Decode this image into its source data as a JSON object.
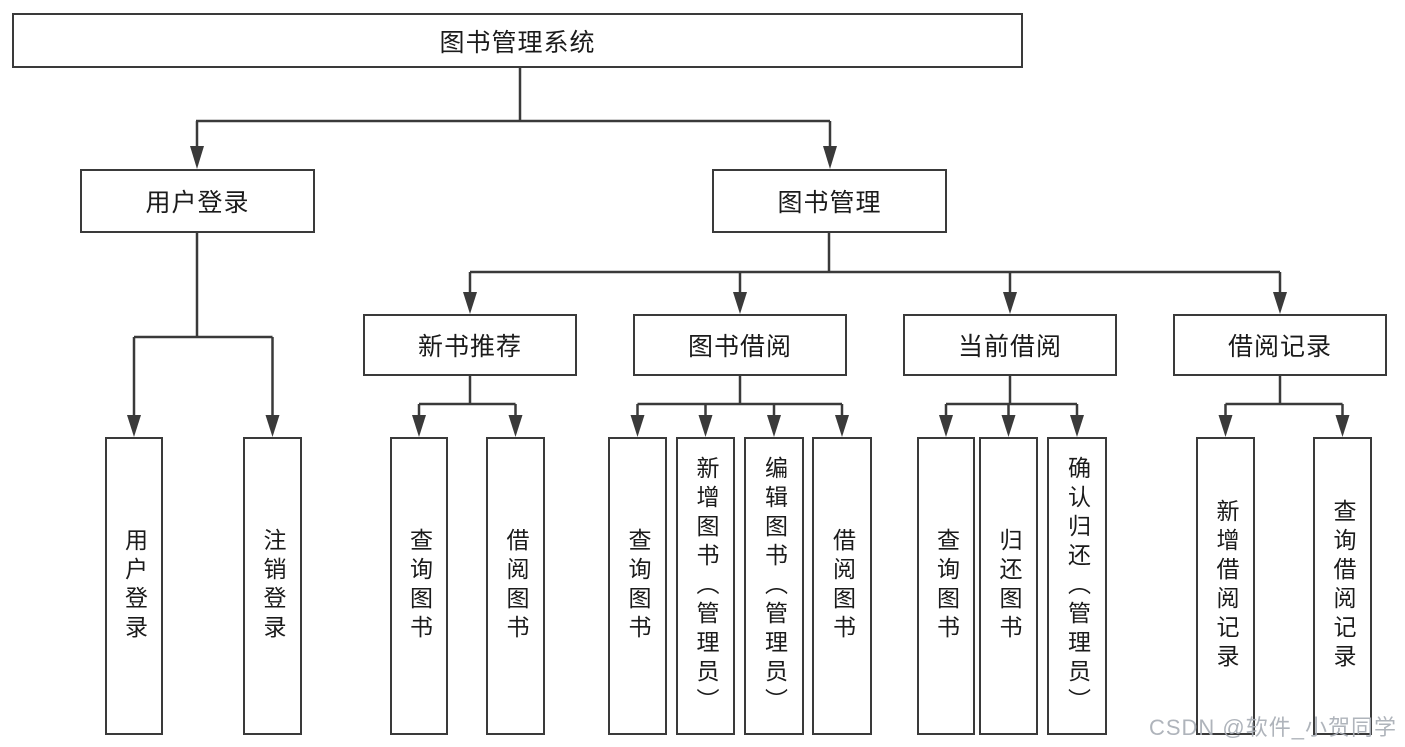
{
  "diagram": {
    "root": {
      "label": "图书管理系统"
    },
    "branches": [
      {
        "label": "用户登录"
      },
      {
        "label": "图书管理"
      }
    ],
    "modules": [
      {
        "label": "新书推荐"
      },
      {
        "label": "图书借阅"
      },
      {
        "label": "当前借阅"
      },
      {
        "label": "借阅记录"
      }
    ],
    "leaves": [
      {
        "label": "用户登录"
      },
      {
        "label": "注销登录"
      },
      {
        "label": "查询图书"
      },
      {
        "label": "借阅图书"
      },
      {
        "label": "查询图书"
      },
      {
        "label": "新增图书（管理员）"
      },
      {
        "label": "编辑图书（管理员）"
      },
      {
        "label": "借阅图书"
      },
      {
        "label": "查询图书"
      },
      {
        "label": "归还图书"
      },
      {
        "label": "确认归还（管理员）"
      },
      {
        "label": "新增借阅记录"
      },
      {
        "label": "查询借阅记录"
      }
    ]
  },
  "watermark": {
    "text": "CSDN @软件_小贺同学"
  },
  "colors": {
    "line": "#3a3a3a",
    "text": "#1b1b1b",
    "background": "#ffffff",
    "watermark": "#a9aeb6"
  }
}
